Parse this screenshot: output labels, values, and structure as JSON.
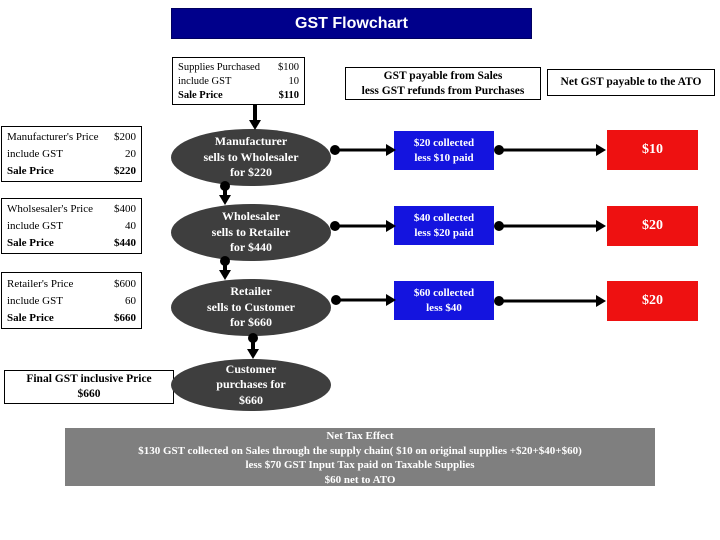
{
  "title": "GST Flowchart",
  "headers": {
    "gst_payable_line1": "GST payable from Sales",
    "gst_payable_line2": "less GST refunds from Purchases",
    "net_gst": "Net GST payable to the ATO"
  },
  "supplies_box": {
    "rows": [
      {
        "label": "Supplies Purchased",
        "value": "$100"
      },
      {
        "label": "include GST",
        "value": "10"
      },
      {
        "label": "Sale Price",
        "value": "$110"
      }
    ]
  },
  "price_boxes": [
    {
      "rows": [
        {
          "label": "Manufacturer's Price",
          "value": "$200"
        },
        {
          "label": "include GST",
          "value": "20"
        },
        {
          "label": "Sale Price",
          "value": "$220"
        }
      ]
    },
    {
      "rows": [
        {
          "label": "Wholsesaler's Price",
          "value": "$400"
        },
        {
          "label": "include GST",
          "value": "40"
        },
        {
          "label": "Sale Price",
          "value": "$440"
        }
      ]
    },
    {
      "rows": [
        {
          "label": "Retailer's Price",
          "value": "$600"
        },
        {
          "label": "include GST",
          "value": "60"
        },
        {
          "label": "Sale Price",
          "value": "$660"
        }
      ]
    }
  ],
  "final_price_box": {
    "line1": "Final GST inclusive Price",
    "line2": "$660"
  },
  "ellipses": [
    {
      "line1": "Manufacturer",
      "line2": "sells to Wholesaler",
      "line3": "for $220"
    },
    {
      "line1": "Wholesaler",
      "line2": "sells to Retailer",
      "line3": "for $440"
    },
    {
      "line1": "Retailer",
      "line2": "sells to Customer",
      "line3": "for $660"
    },
    {
      "line1": "Customer",
      "line2": "purchases for",
      "line3": "$660"
    }
  ],
  "gst_boxes": [
    {
      "line1": "$20 collected",
      "line2": "less $10 paid"
    },
    {
      "line1": "$40 collected",
      "line2": "less $20 paid"
    },
    {
      "line1": "$60 collected",
      "line2": "less $40"
    }
  ],
  "net_boxes": [
    "$10",
    "$20",
    "$20"
  ],
  "net_tax_effect": {
    "line1": "Net Tax Effect",
    "line2": "$130 GST collected on Sales through the supply chain( $10 on original supplies +$20+$40+$60)",
    "line3": "less $70 GST Input Tax paid on Taxable Supplies",
    "line4": "$60 net to ATO"
  },
  "colors": {
    "title_bg": "#00008B",
    "collected_box_bg": "#1414DF",
    "net_box_bg": "#EE1111",
    "ellipse_bg": "#3E3E3E",
    "net_tax_bg": "#7F7F7F",
    "text_on_dark": "#FFFFFF",
    "outline": "#000000"
  }
}
